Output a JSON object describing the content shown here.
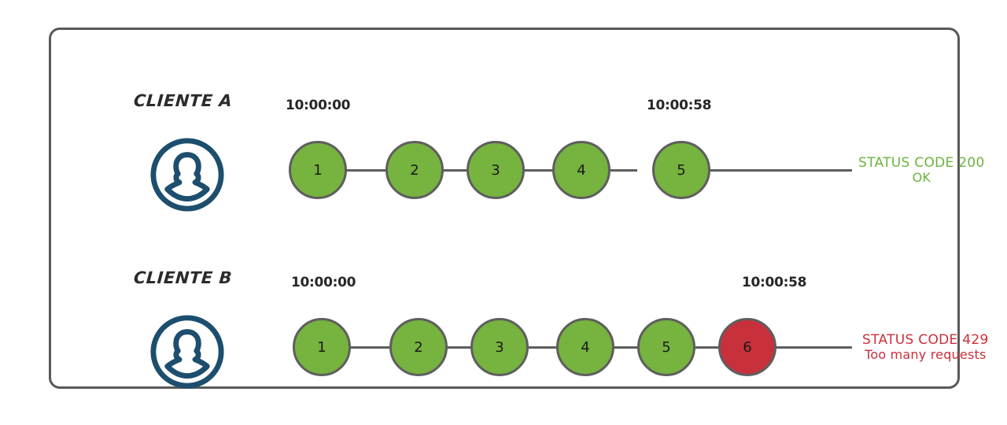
{
  "diagram": {
    "title_hidden": "",
    "frame": {
      "border_color": "#595959",
      "background": "#ffffff"
    },
    "colors": {
      "node_green": "#76b33f",
      "node_red": "#c8303c",
      "node_stroke": "#5e5e5e",
      "avatar": "#1d4e6e",
      "status_ok": "#6cb33f",
      "status_error": "#cc2f3a",
      "text": "#262626"
    },
    "rows": [
      {
        "id": "client-a",
        "label": "CLIENTE A",
        "avatar_icon": "user-avatar-icon",
        "time_start": "10:00:00",
        "time_end": "10:00:58",
        "nodes": [
          {
            "label": "1",
            "state": "green"
          },
          {
            "label": "2",
            "state": "green"
          },
          {
            "label": "3",
            "state": "green"
          },
          {
            "label": "4",
            "state": "green"
          },
          {
            "label": "5",
            "state": "green"
          }
        ],
        "status": {
          "kind": "ok",
          "line1": "STATUS CODE 200",
          "line2": "OK"
        }
      },
      {
        "id": "client-b",
        "label": "CLIENTE B",
        "avatar_icon": "user-avatar-icon",
        "time_start": "10:00:00",
        "time_end": "10:00:58",
        "nodes": [
          {
            "label": "1",
            "state": "green"
          },
          {
            "label": "2",
            "state": "green"
          },
          {
            "label": "3",
            "state": "green"
          },
          {
            "label": "4",
            "state": "green"
          },
          {
            "label": "5",
            "state": "green"
          },
          {
            "label": "6",
            "state": "red"
          }
        ],
        "status": {
          "kind": "error",
          "line1": "STATUS CODE 429",
          "line2": "Too many requests"
        }
      }
    ]
  }
}
